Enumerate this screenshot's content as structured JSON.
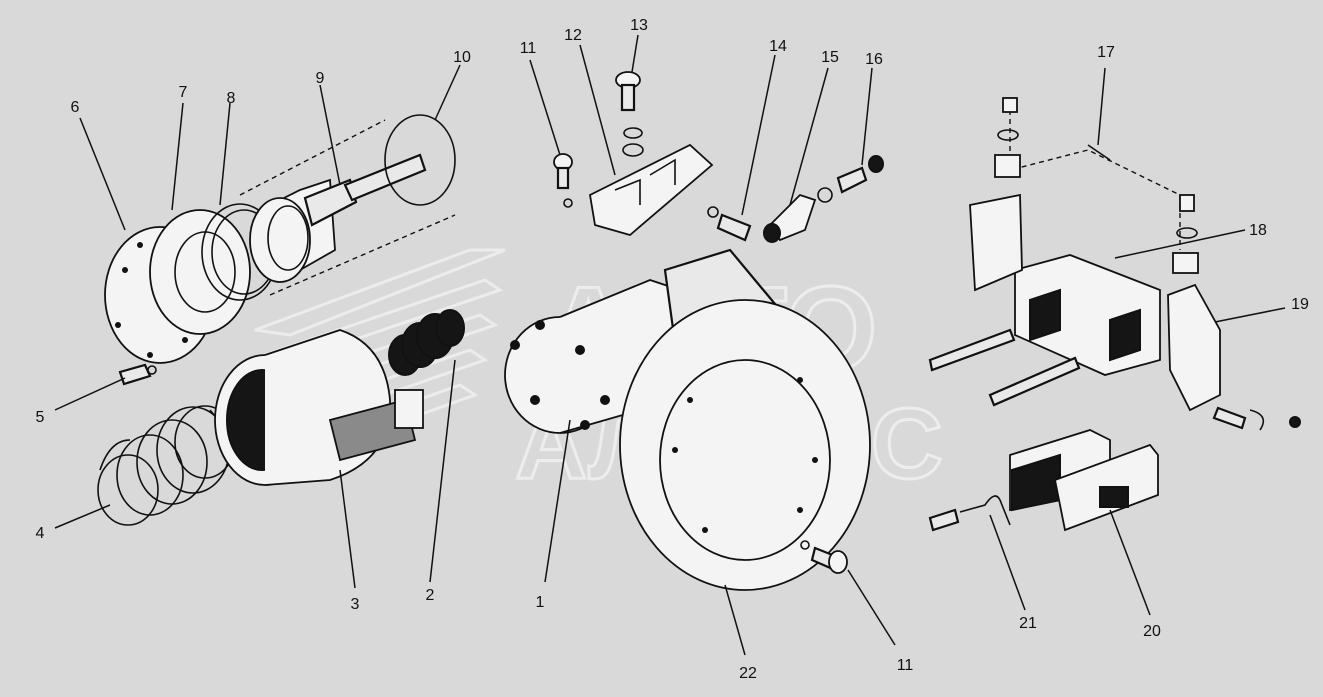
{
  "diagram": {
    "watermark": {
      "line1": "АВТО",
      "line2": "АЛЬЯНС"
    },
    "callouts": [
      {
        "id": "c1",
        "text": "1"
      },
      {
        "id": "c2",
        "text": "2"
      },
      {
        "id": "c3",
        "text": "3"
      },
      {
        "id": "c4",
        "text": "4"
      },
      {
        "id": "c5",
        "text": "5"
      },
      {
        "id": "c6",
        "text": "6"
      },
      {
        "id": "c7",
        "text": "7"
      },
      {
        "id": "c8",
        "text": "8"
      },
      {
        "id": "c9",
        "text": "9"
      },
      {
        "id": "c10",
        "text": "10"
      },
      {
        "id": "c11a",
        "text": "11"
      },
      {
        "id": "c11b",
        "text": "11"
      },
      {
        "id": "c12",
        "text": "12"
      },
      {
        "id": "c13",
        "text": "13"
      },
      {
        "id": "c14",
        "text": "14"
      },
      {
        "id": "c15",
        "text": "15"
      },
      {
        "id": "c16",
        "text": "16"
      },
      {
        "id": "c17",
        "text": "17"
      },
      {
        "id": "c18",
        "text": "18"
      },
      {
        "id": "c19",
        "text": "19"
      },
      {
        "id": "c20",
        "text": "20"
      },
      {
        "id": "c21",
        "text": "21"
      },
      {
        "id": "c22",
        "text": "22"
      }
    ]
  }
}
